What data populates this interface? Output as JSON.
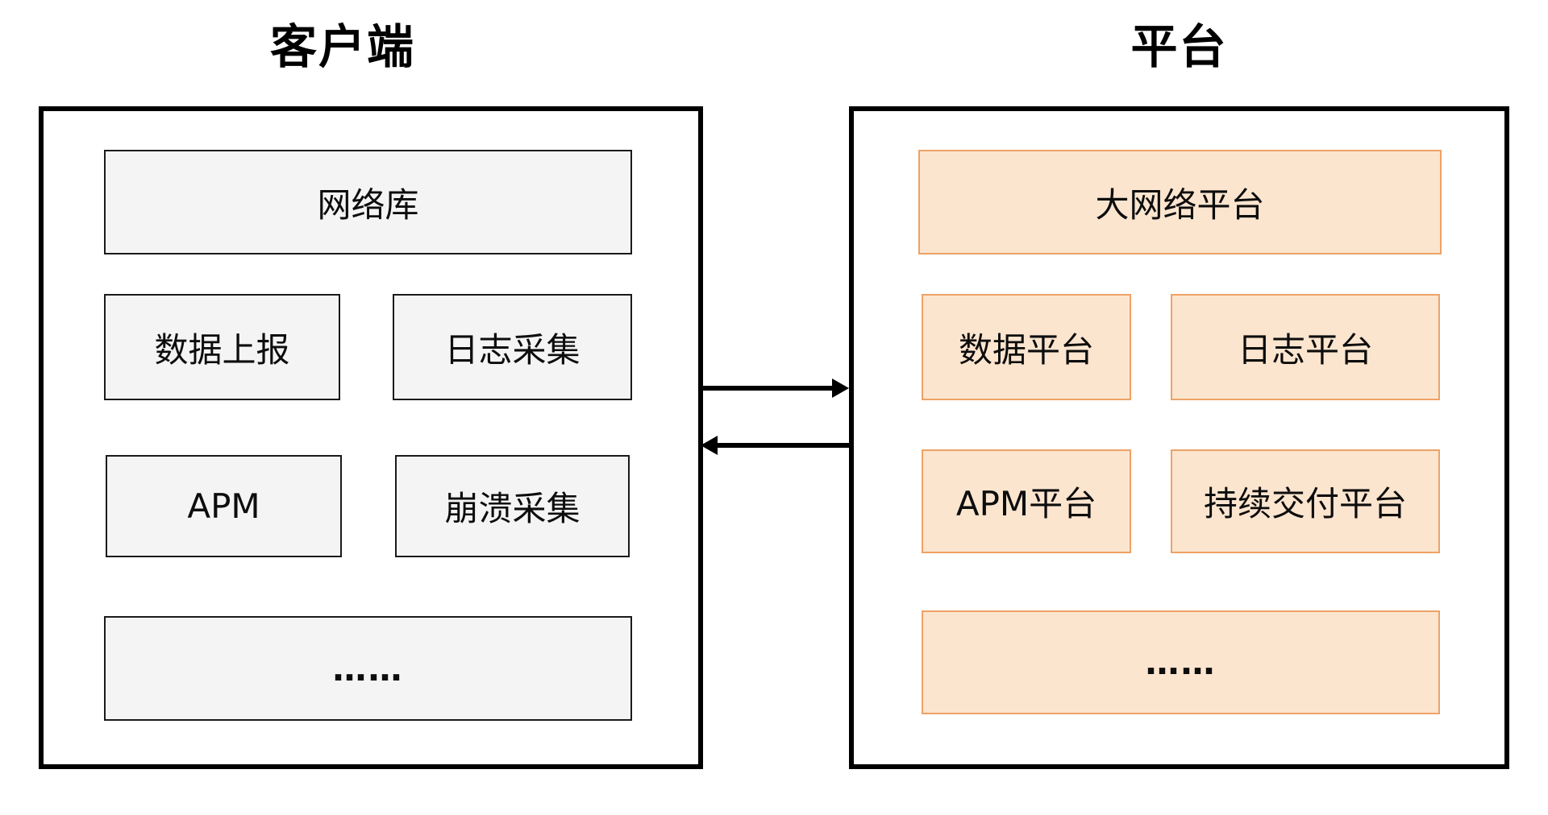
{
  "client": {
    "title": "客户端",
    "boxes": [
      {
        "label": "网络库"
      },
      {
        "label": "数据上报"
      },
      {
        "label": "日志采集"
      },
      {
        "label": "APM"
      },
      {
        "label": "崩溃采集"
      },
      {
        "label": "……"
      }
    ]
  },
  "platform": {
    "title": "平台",
    "boxes": [
      {
        "label": "大网络平台"
      },
      {
        "label": "数据平台"
      },
      {
        "label": "日志平台"
      },
      {
        "label": "APM平台"
      },
      {
        "label": "持续交付平台"
      },
      {
        "label": "……"
      }
    ]
  },
  "arrows": [
    {
      "name": "client-to-platform",
      "direction": "right"
    },
    {
      "name": "platform-to-client",
      "direction": "left"
    }
  ],
  "colors": {
    "background": "#ffffff",
    "panel_border": "#000000",
    "client_box_fill": "#f4f4f4",
    "client_box_border": "#1a1a1a",
    "platform_box_fill": "#fce5cf",
    "platform_box_border": "#eda266",
    "arrow": "#000000",
    "text": "#000000"
  }
}
